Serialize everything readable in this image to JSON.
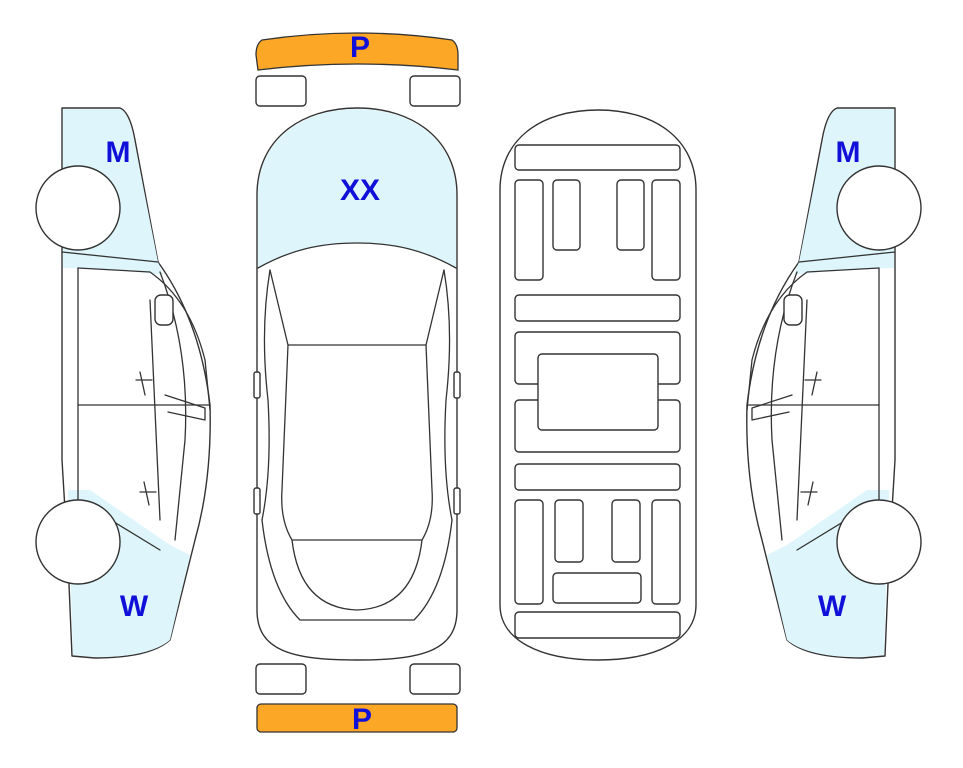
{
  "labels": {
    "front_bumper": "P",
    "rear_bumper": "P",
    "hood": "XX",
    "left_front": "M",
    "left_rear": "W",
    "right_front": "M",
    "right_rear": "W"
  },
  "colors": {
    "label_text": "#1010d8",
    "zone_fill": "#def6fb",
    "bumper_fill": "#fda726",
    "outline": "#333333"
  },
  "icons": [
    "car-top-view",
    "car-left-side-view",
    "car-right-side-view",
    "car-underbody-view"
  ]
}
